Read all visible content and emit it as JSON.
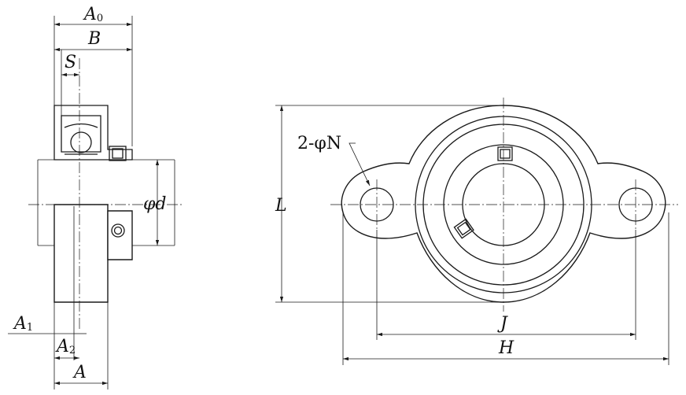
{
  "colors": {
    "bearing_fill": "#b3e0f2",
    "line": "#1a1a1a"
  },
  "labels": {
    "A0": {
      "main": "A",
      "sub": "0"
    },
    "B": "B",
    "S": "S",
    "phi_d": "φd",
    "A1": {
      "main": "A",
      "sub": "1"
    },
    "A2": {
      "main": "A",
      "sub": "2"
    },
    "A": "A",
    "L": "L",
    "J": "J",
    "H": "H",
    "bolt_holes": "2-φN"
  }
}
